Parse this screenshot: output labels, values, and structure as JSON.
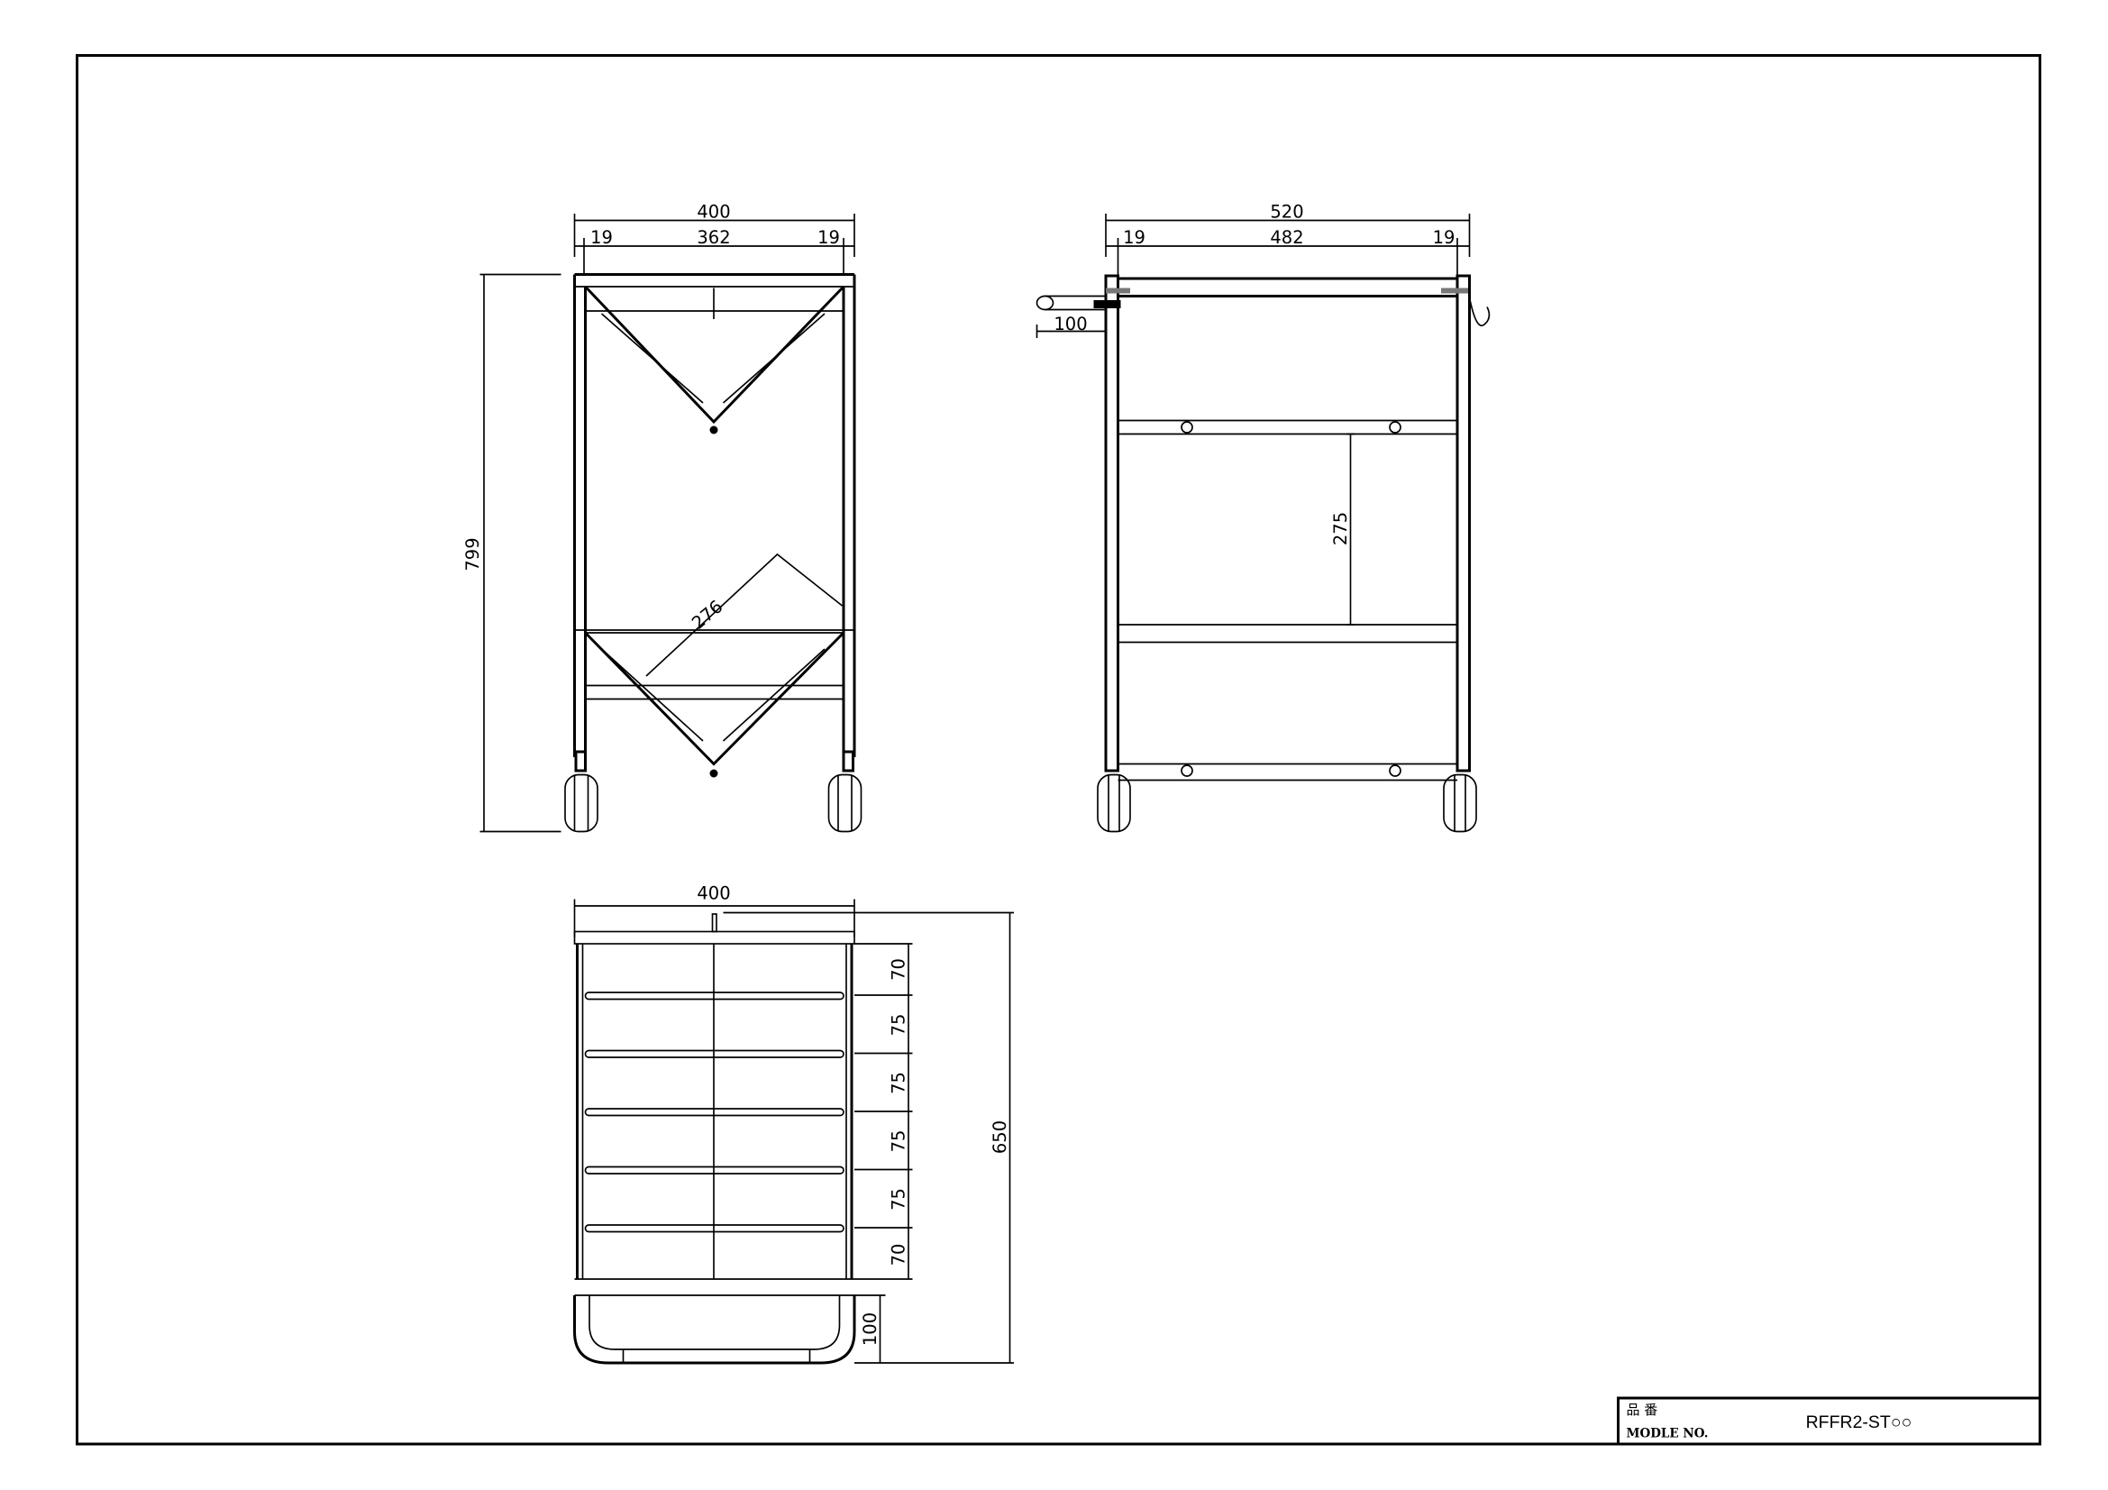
{
  "front_view": {
    "overall_width": "400",
    "left_leg": "19",
    "inner_width": "362",
    "right_leg": "19",
    "overall_height": "799",
    "diagonal": "276"
  },
  "side_view": {
    "overall_length": "520",
    "left_leg": "19",
    "inner_length": "482",
    "right_leg": "19",
    "handle_length": "100",
    "shelf_spacing": "275"
  },
  "plan_view": {
    "overall_width": "400",
    "spacings": [
      "70",
      "75",
      "75",
      "75",
      "75",
      "70"
    ],
    "base_height": "100",
    "overall_depth": "650"
  },
  "title_block": {
    "label_jp": "品 番",
    "label_en": "MODLE NO.",
    "model_number": "RFFR2-ST○○"
  },
  "colors": {
    "line": "#000000",
    "background": "#ffffff"
  }
}
